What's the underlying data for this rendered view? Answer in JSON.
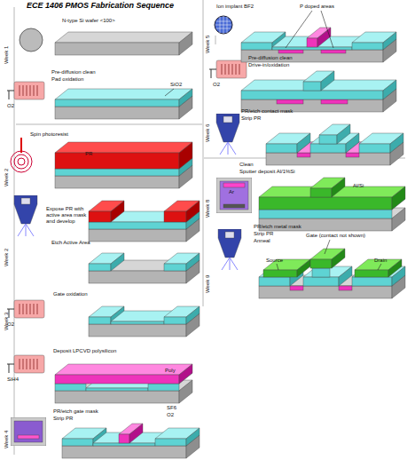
{
  "diagram": {
    "title": "ECE 1406 PMOS Fabrication Sequence",
    "labels": [
      "Week 1",
      "N-type Si wafer <100>",
      "Pre-diffusion clean",
      "Pad oxidation",
      "SiO2",
      "O2",
      "Week 2",
      "Spin photoresist",
      "PR",
      "Expose PR with active area mask and develop",
      "Week 2",
      "Etch Active Area",
      "Week 3",
      "Gate oxidation",
      "O2",
      "Deposit LPCVD polysilicon",
      "Poly",
      "SiH4",
      "Week 4",
      "PR/etch gate mask",
      "Strip PR",
      "SF6",
      "O2",
      "Week 5",
      "Ion implant BF2",
      "P doped areas",
      "Pre-diffusion clean",
      "Drive-in/oxidation",
      "O2",
      "Week 6",
      "PR/etch contact mask",
      "Strip PR",
      "Week 8",
      "Clean",
      "Sputter deposit Al/1%Si",
      "Ar",
      "Al/Si",
      "Week 9",
      "PR/etch metal mask",
      "Strip PR",
      "Anneal",
      "Source",
      "Gate (contact not shown)",
      "Drain"
    ]
  }
}
